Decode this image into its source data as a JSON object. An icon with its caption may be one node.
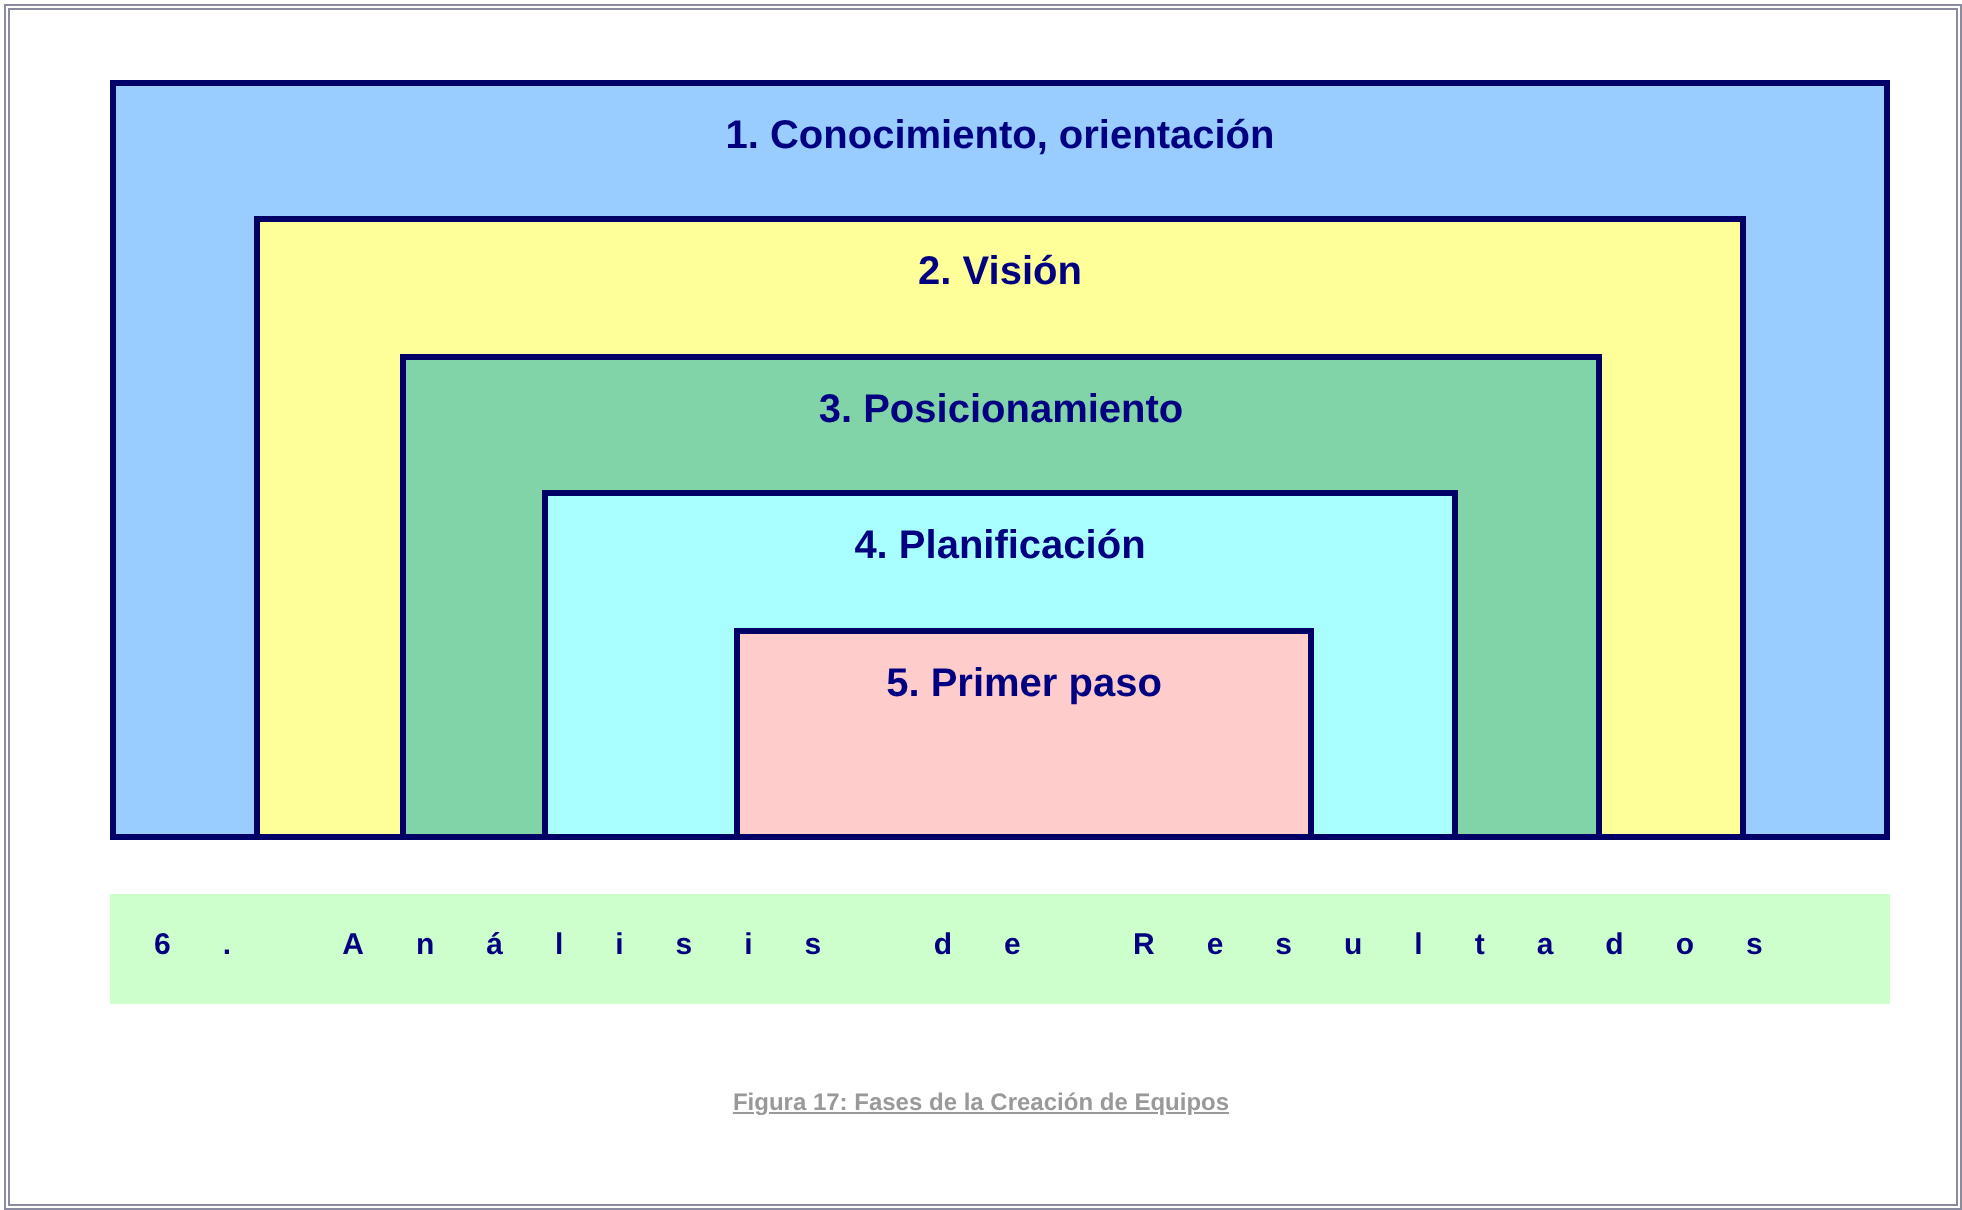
{
  "diagram": {
    "caption": "Figura 17: Fases de la Creación de Equipos",
    "nodes": [
      {
        "text": [
          "1. Conocimiento, orientación"
        ]
      },
      {
        "text": [
          "2. Visión"
        ],
        "in": 0
      },
      {
        "text": [
          "3. Posicionamiento"
        ],
        "in": 1
      },
      {
        "text": [
          "4. Planificación"
        ],
        "in": 2
      },
      {
        "text": [
          "5. Primer paso"
        ],
        "in": 3
      },
      {
        "text": [
          "6. Análisis de Resultados"
        ]
      }
    ],
    "edges": []
  }
}
